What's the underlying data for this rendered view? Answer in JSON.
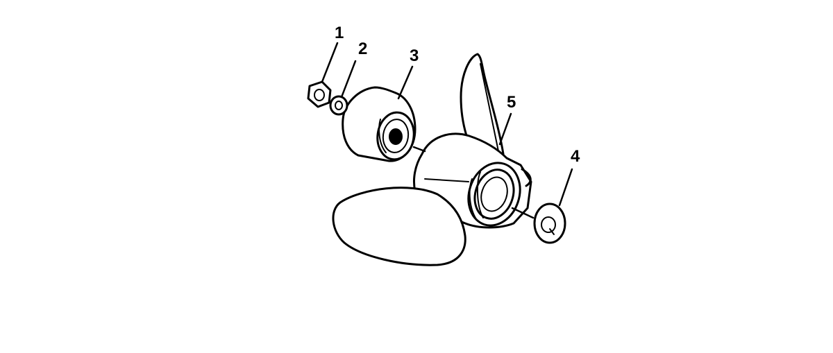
{
  "callouts": {
    "nut": "1",
    "washer": "2",
    "spacer": "3",
    "thrust_washer": "4",
    "propeller": "5"
  }
}
